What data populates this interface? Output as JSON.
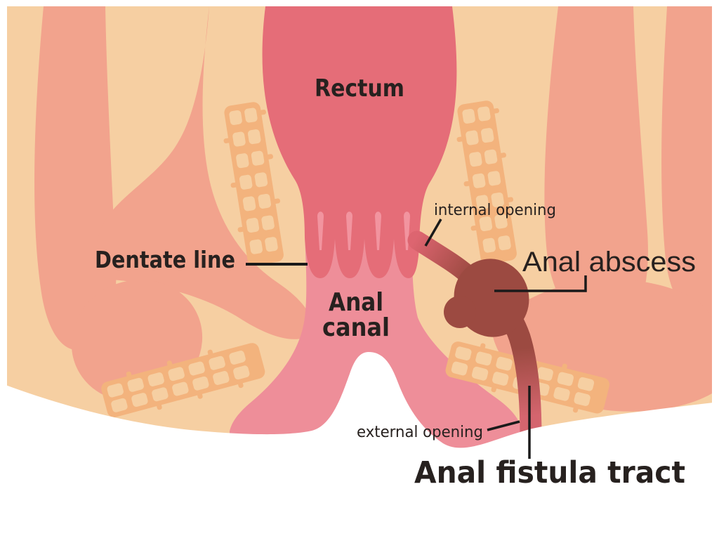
{
  "figure": {
    "type": "medical-illustration",
    "subject": "Anal fistula and abscess cross-section diagram"
  },
  "labels": {
    "rectum": "Rectum",
    "dentate_line": "Dentate line",
    "internal_opening": "internal opening",
    "anal_abscess": "Anal abscess",
    "anal_canal_line1": "Anal",
    "anal_canal_line2": "canal",
    "external_opening": "external opening",
    "anal_fistula_tract": "Anal fistula tract"
  },
  "palette": {
    "background": "#ffffff",
    "skin": "#f6cfa2",
    "muscle_salmon": "#f2a38d",
    "sphincter_mesh": "#f3b37d",
    "rectum_pink": "#e56d78",
    "anal_canal_pink": "#ee8e99",
    "anal_column_pink": "#f2949f",
    "abscess_maroon": "#9c4a41",
    "fistula_red": "#d4656e",
    "label_text": "#27211f",
    "pointer_line": "#1a1a1a"
  }
}
